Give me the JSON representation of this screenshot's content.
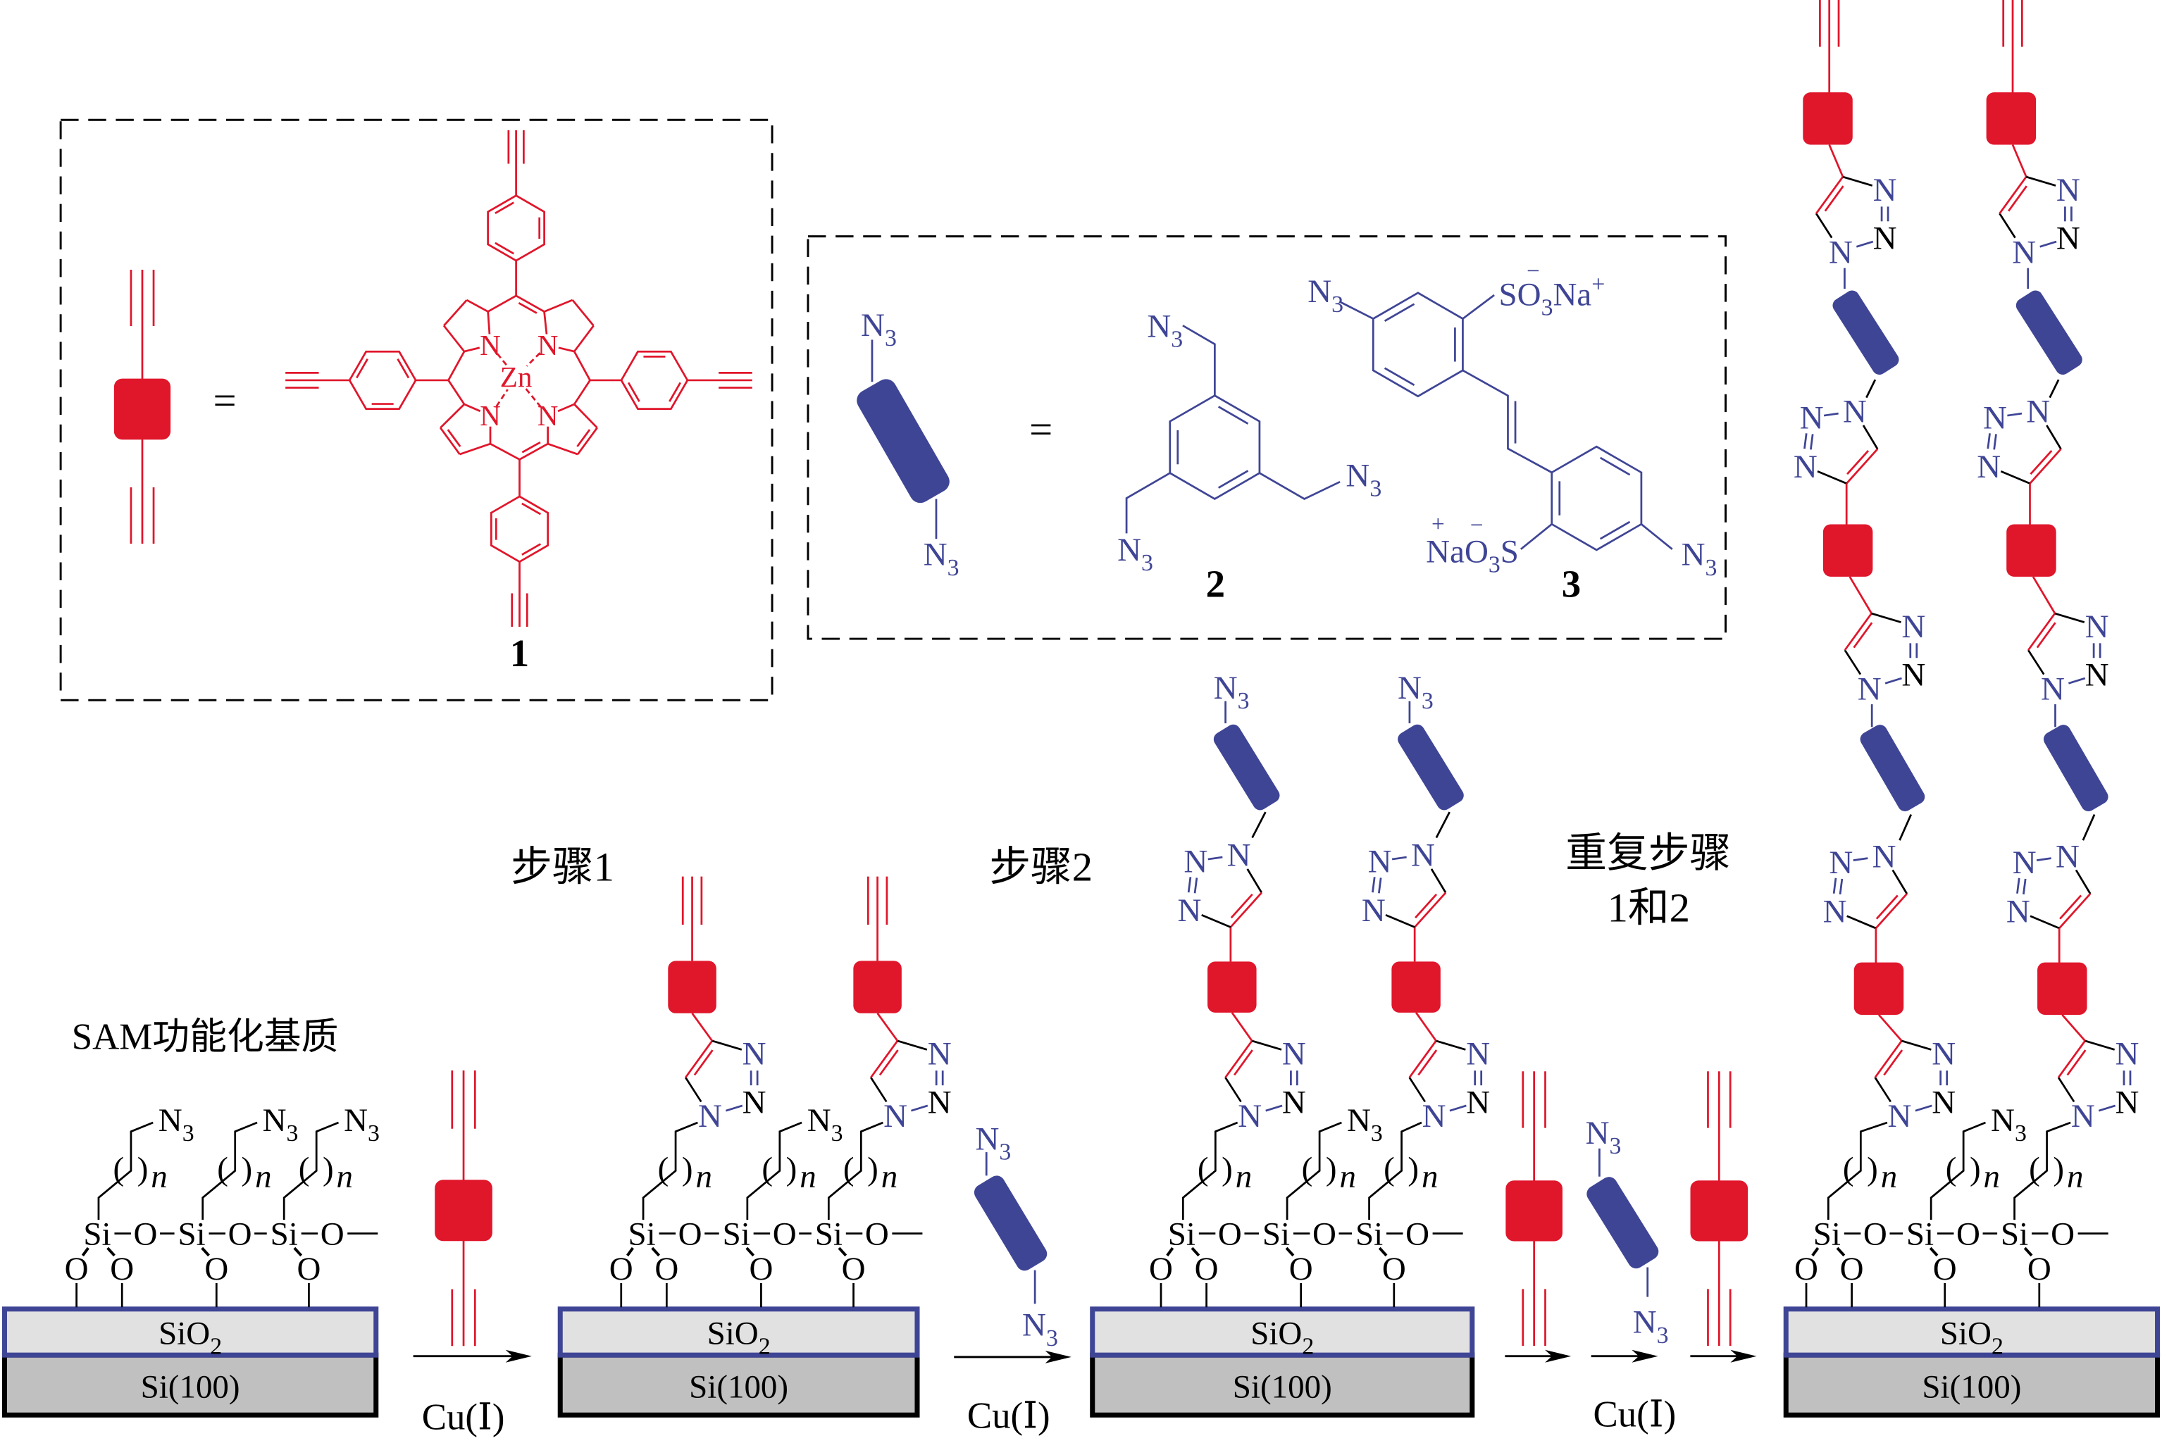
{
  "colors": {
    "alkyne_module": "#e0162b",
    "azide_module": "#3f4595",
    "ink": "#000000",
    "sio2_fill": "#e1e1e1",
    "si_fill": "#c0c0c0"
  },
  "legend": {
    "porphyrin_box": {
      "module_icon": "red-rounded-block-with-two-alkynes",
      "equals": "=",
      "compound_number": "1",
      "metal": "Zn",
      "nitrogen": "N"
    },
    "azide_box": {
      "module_icon": "blue-rod-with-two-azides",
      "equals": "=",
      "compound_2_number": "2",
      "compound_3_number": "3",
      "sulfonate": {
        "sulfur": "S",
        "oxygen": "O",
        "count": "3",
        "sodium": "Na",
        "anion_charge": "−",
        "cation_charge": "+"
      }
    }
  },
  "azide": {
    "symbol": "N",
    "count": "3"
  },
  "triazole": {
    "nitrogen": "N"
  },
  "substrate": {
    "title": "SAM功能化基质",
    "oxide_symbol": "SiO",
    "oxide_count": "2",
    "bulk": "Si(100)"
  },
  "sam": {
    "silicon": "Si",
    "oxygen": "O",
    "repeat_open": "(",
    "repeat_close": ")",
    "repeat_index": "n"
  },
  "steps": [
    {
      "label": "步骤1",
      "catalyst": "Cu(Ⅰ)",
      "reagents": [
        "porphyrin_dialkyne"
      ]
    },
    {
      "label": "步骤2",
      "catalyst": "Cu(Ⅰ)",
      "reagents": [
        "diazide"
      ]
    },
    {
      "label_line_1": "重复步骤",
      "label_line_2": "1和2",
      "catalyst": "Cu(Ⅰ)",
      "reagents": [
        "porphyrin_dialkyne",
        "diazide",
        "porphyrin_dialkyne"
      ]
    }
  ],
  "stages": [
    {
      "chains": [
        [
          "azide"
        ],
        [
          "azide"
        ],
        [
          "azide"
        ]
      ]
    },
    {
      "chains": [
        [
          "triazole",
          "porphyrin",
          "alkyne"
        ],
        [
          "azide"
        ],
        [
          "triazole",
          "porphyrin",
          "alkyne"
        ]
      ]
    },
    {
      "chains": [
        [
          "triazole",
          "porphyrin",
          "triazole",
          "diazide",
          "azide"
        ],
        [
          "azide"
        ],
        [
          "triazole",
          "porphyrin",
          "triazole",
          "diazide",
          "azide"
        ]
      ]
    },
    {
      "chains": [
        [
          "triazole",
          "porphyrin",
          "triazole",
          "diazide",
          "triazole",
          "porphyrin",
          "triazole",
          "diazide",
          "triazole",
          "porphyrin",
          "alkyne"
        ],
        [
          "azide"
        ],
        [
          "triazole",
          "porphyrin",
          "triazole",
          "diazide",
          "triazole",
          "porphyrin",
          "triazole",
          "diazide",
          "triazole",
          "porphyrin",
          "alkyne"
        ]
      ]
    }
  ]
}
